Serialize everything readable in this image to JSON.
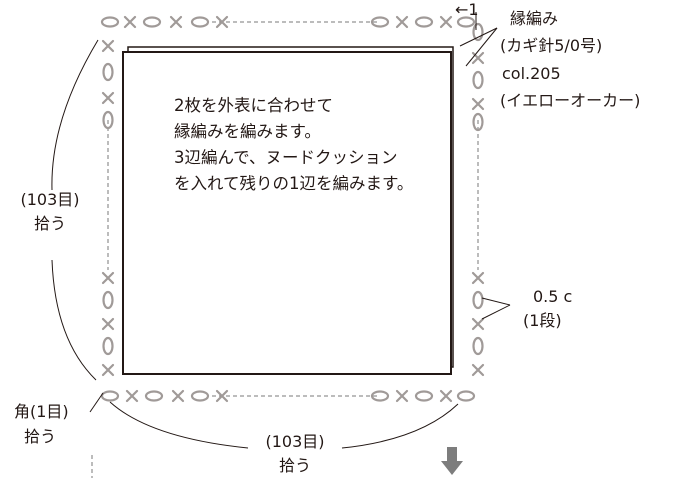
{
  "top_label": {
    "line1": "縁編み",
    "line2": "(カギ針5/0号)",
    "line3": "col.205",
    "line4": "(イエローオーカー)"
  },
  "start_marker": "←1",
  "instructions": [
    "2枚を外表に合わせて",
    "縁編みを編みます。",
    "3辺編んで、ヌードクッション",
    "を入れて残りの1辺を編みます。"
  ],
  "left_label": {
    "count": "(103目)",
    "action": "拾う"
  },
  "bottom_label": {
    "count": "(103目)",
    "action": "拾う"
  },
  "corner_label": {
    "count": "角(1目)",
    "action": "拾う"
  },
  "right_label": {
    "size": "0.5 c",
    "rows": "(1段)"
  },
  "colors": {
    "ink": "#231815",
    "stitch": "#a09a98",
    "arrow": "#7d7d7d"
  },
  "icons": {
    "direction": "arrow-down-icon",
    "chain": "chain-stitch-icon",
    "single": "single-crochet-icon"
  }
}
